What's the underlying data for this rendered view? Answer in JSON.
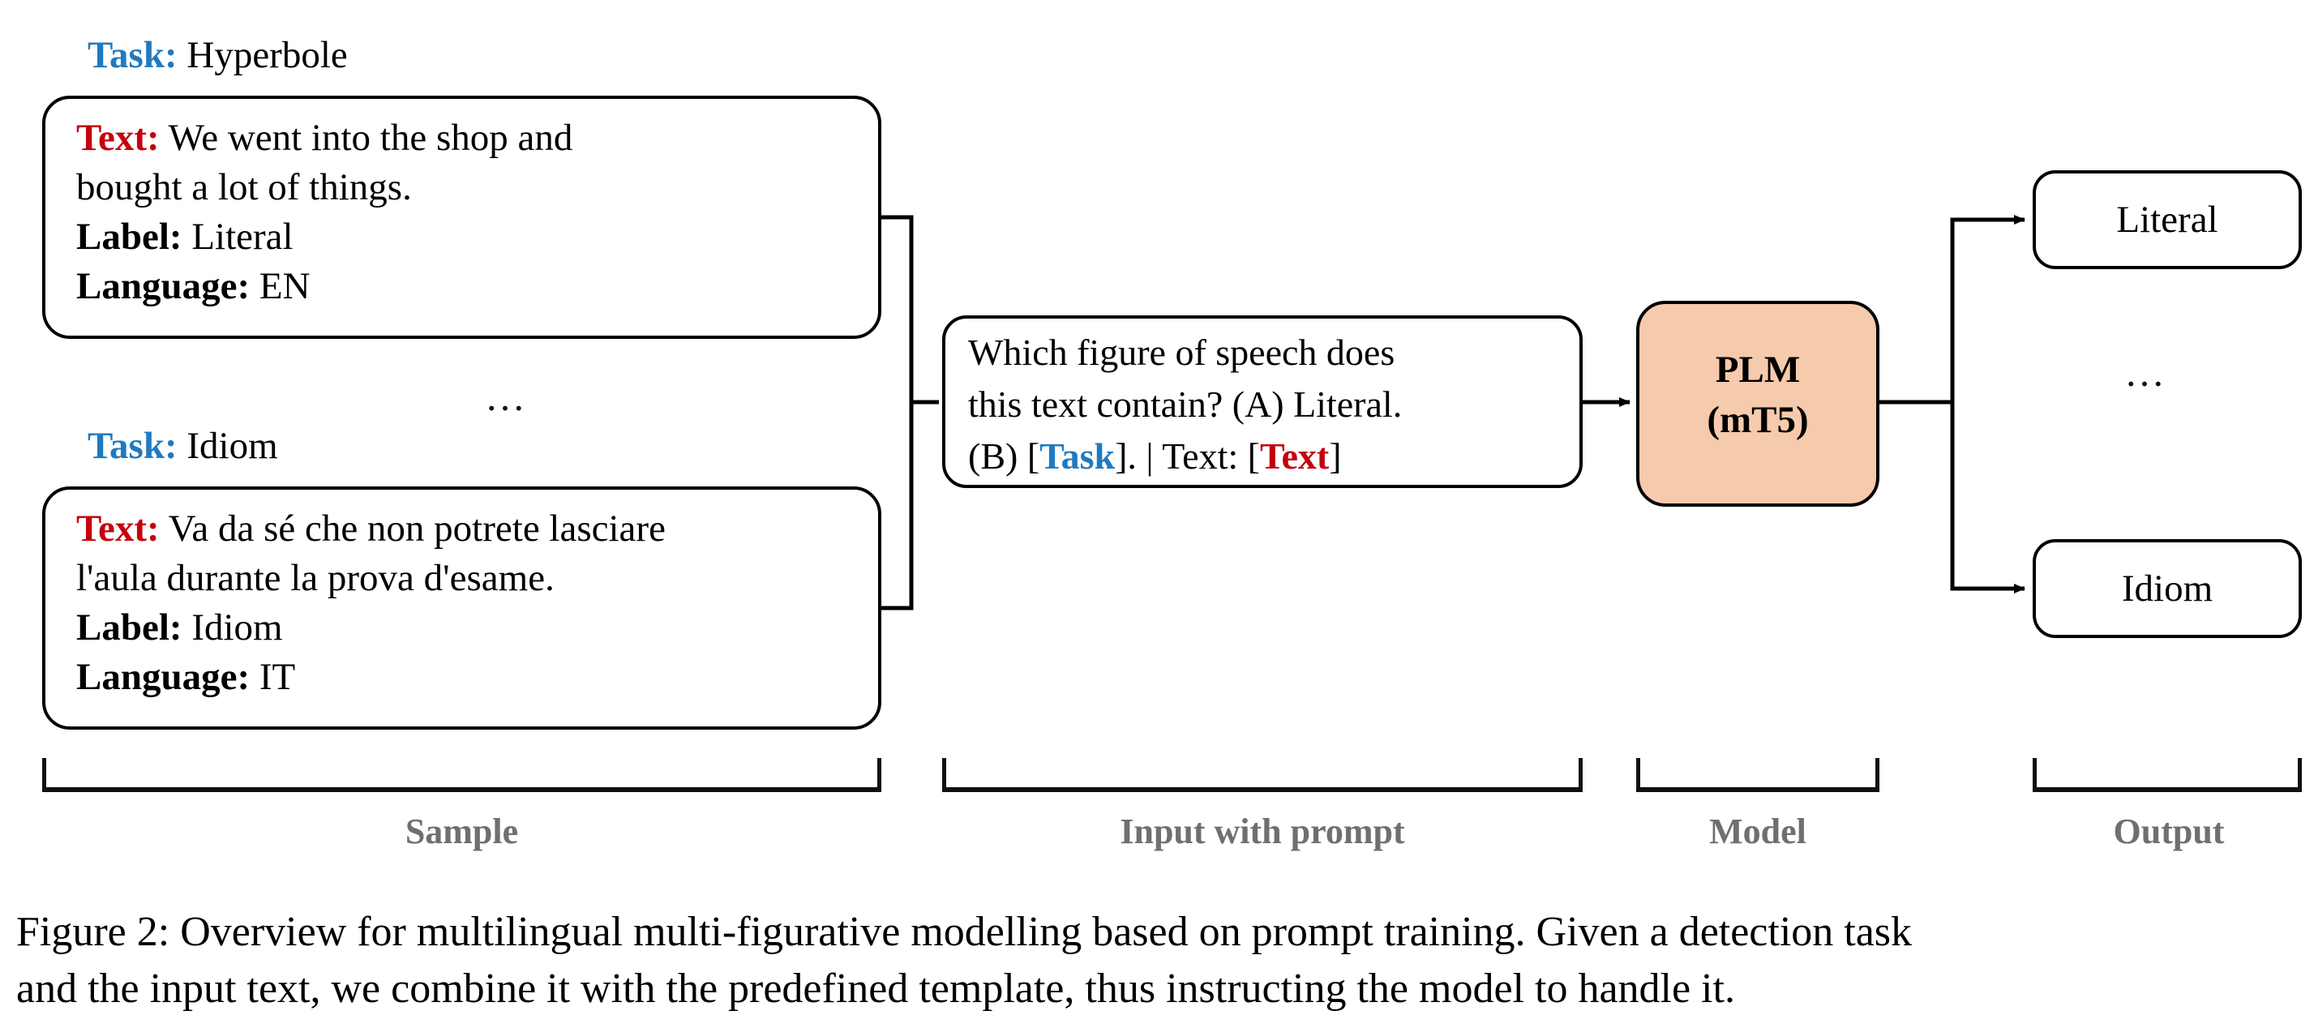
{
  "diagram": {
    "samples": [
      {
        "task_key": "Task:",
        "task_value": "Hyperbole",
        "text_key": "Text:",
        "text_line1": "We went into the shop and",
        "text_line2": "bought a lot of things.",
        "label_key": "Label:",
        "label_value": "Literal",
        "language_key": "Language:",
        "language_value": "EN"
      },
      {
        "task_key": "Task:",
        "task_value": "Idiom",
        "text_key": "Text:",
        "text_line1": "Va da sé che non potrete lasciare",
        "text_line2": "l'aula durante la prova d'esame.",
        "label_key": "Label:",
        "label_value": "Idiom",
        "language_key": "Language:",
        "language_value": "IT"
      }
    ],
    "sample_ellipsis": "…",
    "prompt": {
      "line1": "Which figure of speech does",
      "line2": "this text contain? (A) Literal.",
      "line3_prefix": "(B) [",
      "line3_task_placeholder": "Task",
      "line3_middle": "]. | Text: [",
      "line3_text_placeholder": "Text",
      "line3_suffix": "]"
    },
    "model": {
      "name": "PLM",
      "variant": "(mT5)"
    },
    "outputs": [
      {
        "label": "Literal"
      },
      {
        "label": "Idiom"
      }
    ],
    "output_ellipsis": "…",
    "section_labels": {
      "sample": "Sample",
      "input": "Input with prompt",
      "model": "Model",
      "output": "Output"
    }
  },
  "caption": {
    "line1": "Figure 2: Overview for multilingual multi-figurative modelling based on prompt training. Given a detection task",
    "line2": "and the input text, we combine it with the predefined template, thus instructing the model to handle it."
  },
  "colors": {
    "task_blue": "#1f7ac0",
    "text_red": "#c4000f",
    "model_fill": "#F6CAAC",
    "section_label_gray": "#6f6f6f",
    "stroke": "#000000"
  }
}
